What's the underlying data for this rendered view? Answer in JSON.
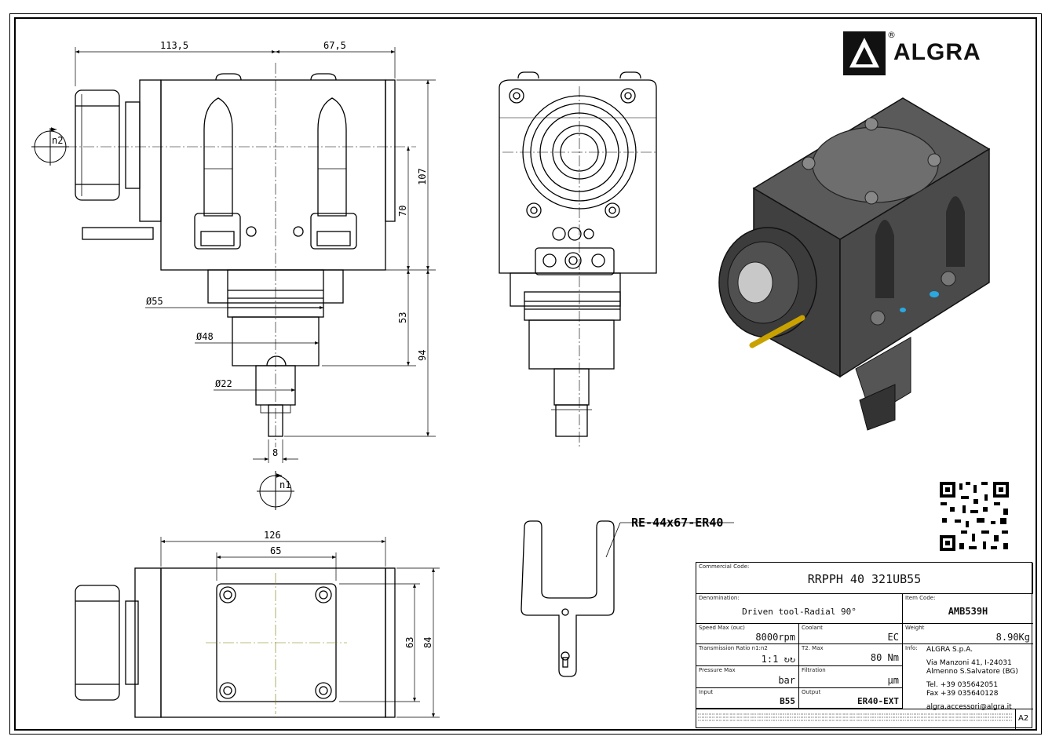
{
  "brand": {
    "name": "ALGRA",
    "registered": "®"
  },
  "dimensions": {
    "front_width_left": "113,5",
    "front_width_right": "67,5",
    "height_total": "107",
    "height_center": "70",
    "spindle_53": "53",
    "spindle_94": "94",
    "dia_55": "Ø55",
    "dia_48": "Ø48",
    "dia_22": "Ø22",
    "key_8": "8",
    "rot_n1": "n1",
    "rot_n2": "n2",
    "top_width": "126",
    "top_inner": "65",
    "top_63": "63",
    "top_84": "84",
    "wrench": "RE-44x67-ER40"
  },
  "title_block": {
    "commercial_code_caption": "Commercial Code:",
    "commercial_code": "RRPPH 40 321UB55",
    "denomination_caption": "Denomination:",
    "denomination": "Driven tool-Radial 90°",
    "item_code_caption": "Item Code:",
    "item_code": "AMB539H",
    "speed_caption": "Speed Max (ouc)",
    "speed": "8000rpm",
    "coolant_caption": "Coolant",
    "coolant": "EC",
    "weight_caption": "Weight",
    "weight": "8.90Kg",
    "ratio_caption": "Transmission Ratio n1:n2",
    "ratio": "1:1",
    "torque_caption": "T2. Max",
    "torque": "80",
    "torque_unit": "Nm",
    "pressure_caption": "Pressure Max",
    "pressure_unit": "bar",
    "filtration_caption": "Filtration",
    "filtration_unit": "µm",
    "input_caption": "Input",
    "input": "B55",
    "output_caption": "Output",
    "output": "ER40-EXT",
    "info_caption": "Info:",
    "company": "ALGRA S.p.A.",
    "address1": "Via Manzoni 41, I-24031",
    "address2": "Almenno S.Salvatore (BG)",
    "tel": "Tel. +39 035642051",
    "fax": "Fax +39 035640128",
    "email": "algra.accessori@algra.it",
    "sheet_size": "A2"
  }
}
